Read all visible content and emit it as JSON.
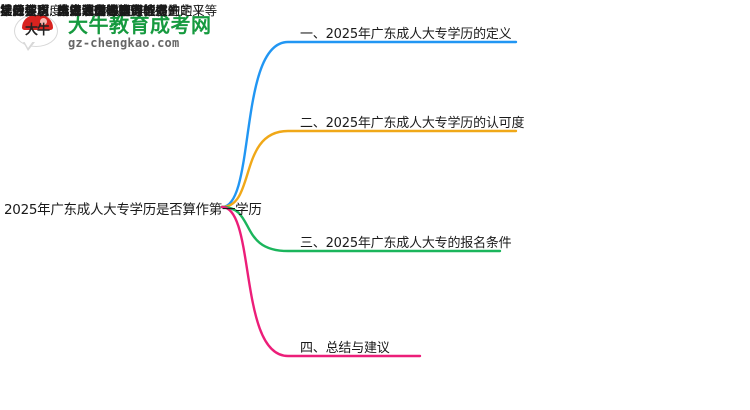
{
  "logo": {
    "mark_text_line1": "大",
    "mark_text_line2": "牛",
    "title": "大牛教育成考网",
    "subtitle": "gz-chengkao.com",
    "brand_green": "#169a3f",
    "brand_red": "#d8231f"
  },
  "mindmap": {
    "root": {
      "label": "2025年广东成人大专学历是否算作第一学历"
    },
    "branches": [
      {
        "label": "一、2025年广东成人大专学历的定义",
        "color": "#2196f3",
        "leaves": [
          {
            "label": "第二学历: 成人大专学历的性质"
          },
          {
            "label": "第一学历: 全日制普通高等教育的定义"
          }
        ]
      },
      {
        "label": "二、2025年广东成人大专学历的认可度",
        "color": "#f0a818",
        "leaves": [
          {
            "label": "社会认可度: 成人大专学历的提升"
          },
          {
            "label": "法律权利: 与普通高等教育毕业生的平等"
          }
        ]
      },
      {
        "label": "三、2025年广东成人大专的报名条件",
        "color": "#1bb55c",
        "leaves": [
          {
            "label": "学历要求: 高中或中专毕业证书"
          },
          {
            "label": "年龄要求: 年满18岁或已毕业"
          },
          {
            "label": "其他要求: 遵守法律法规"
          }
        ]
      },
      {
        "label": "四、总结与建议",
        "color": "#ec1e79",
        "leaves": [
          {
            "label": "学历性质: 第二学历的认定"
          },
          {
            "label": "提升建议: 选择菲鱼教育进行咨询"
          }
        ]
      }
    ]
  }
}
